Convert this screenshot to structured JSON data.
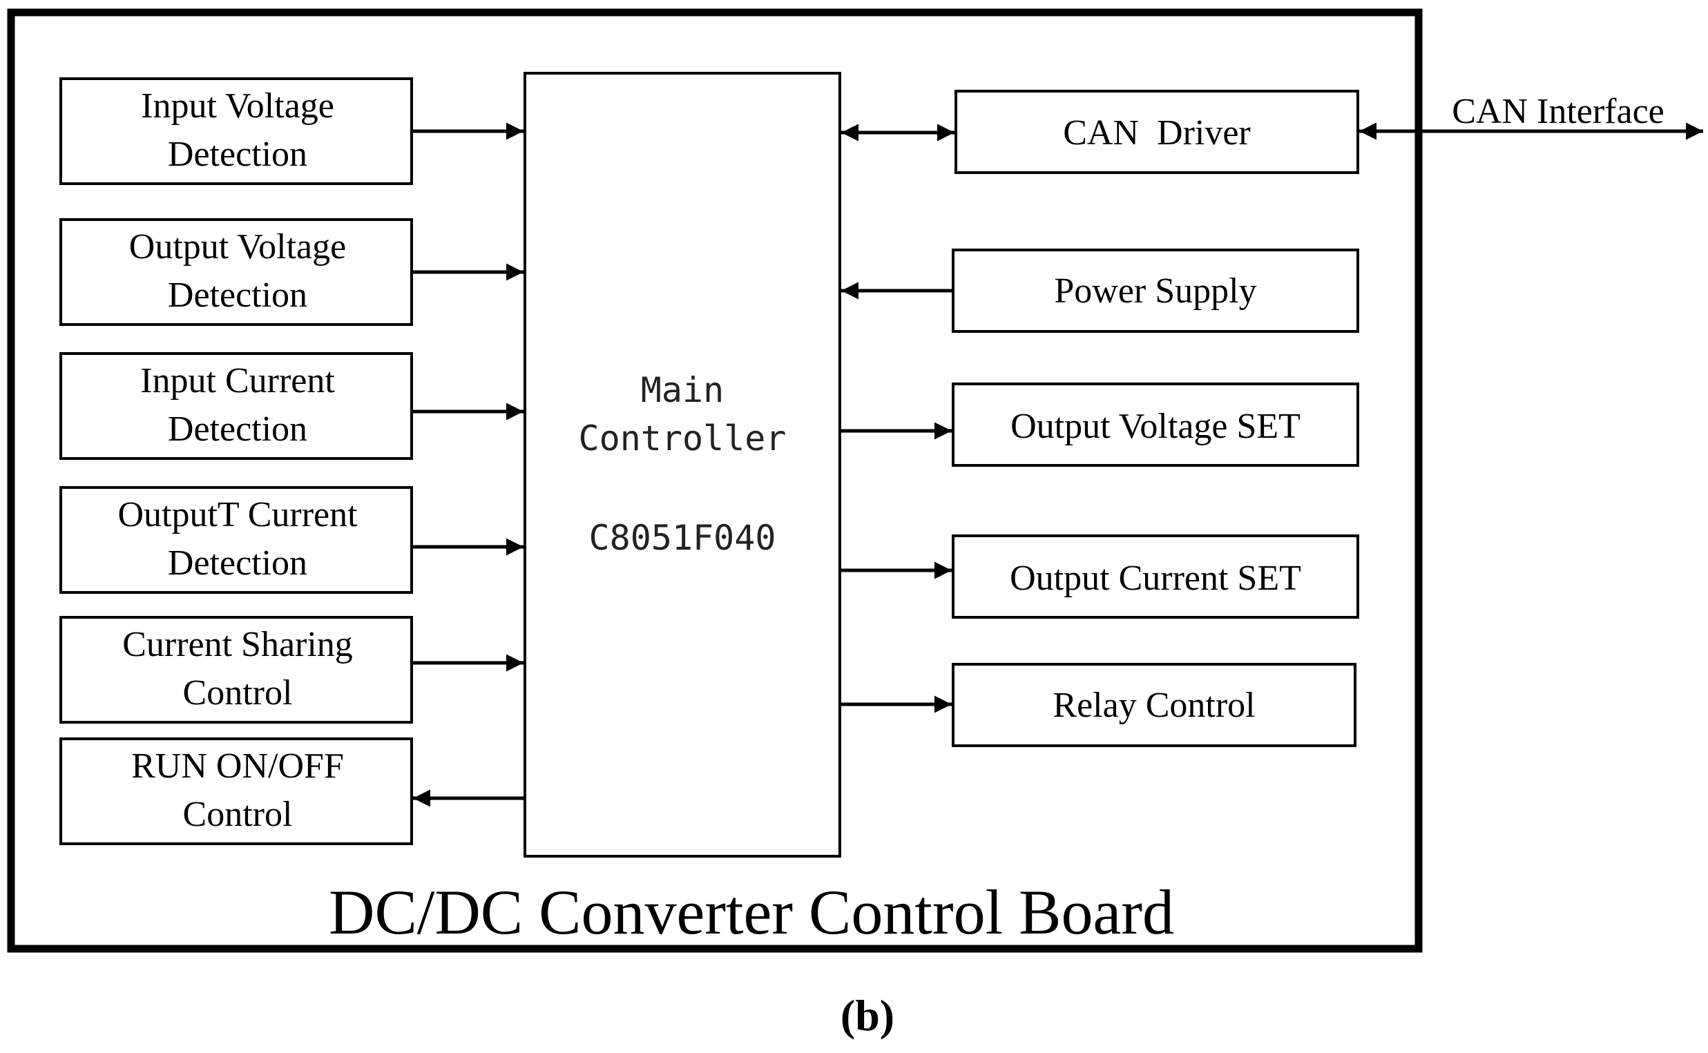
{
  "board": {
    "title": "DC/DC Converter Control Board"
  },
  "controller": {
    "line1": "Main",
    "line2": "Controller",
    "chip": "C8051F040"
  },
  "left_blocks": [
    {
      "line1": "Input Voltage",
      "line2": "Detection",
      "direction": "to-controller"
    },
    {
      "line1": "Output Voltage",
      "line2": "Detection",
      "direction": "to-controller"
    },
    {
      "line1": "Input Current",
      "line2": "Detection",
      "direction": "to-controller"
    },
    {
      "line1": "OutputT Current",
      "line2": "Detection",
      "direction": "to-controller"
    },
    {
      "line1": "Current Sharing",
      "line2": "Control",
      "direction": "to-controller"
    },
    {
      "line1": "RUN ON/OFF",
      "line2": "Control",
      "direction": "from-controller"
    }
  ],
  "right_blocks": [
    {
      "label": "CAN  Driver",
      "direction": "bidirectional"
    },
    {
      "label": "Power Supply",
      "direction": "to-controller"
    },
    {
      "label": "Output Voltage SET",
      "direction": "from-controller"
    },
    {
      "label": "Output Current SET",
      "direction": "from-controller"
    },
    {
      "label": "Relay Control",
      "direction": "from-controller"
    }
  ],
  "external": {
    "can_interface": "CAN Interface"
  },
  "caption": "(b)"
}
